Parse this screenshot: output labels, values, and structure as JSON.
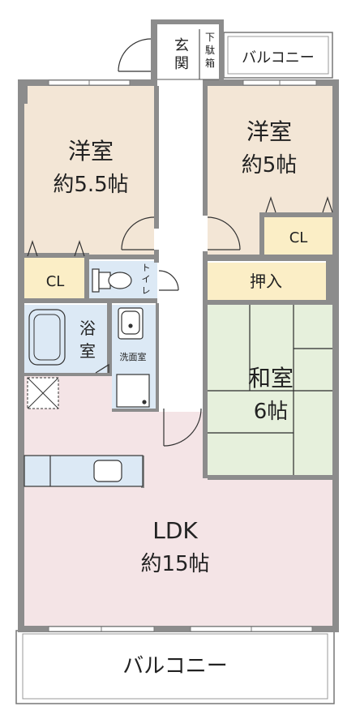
{
  "rooms": {
    "western_left": {
      "name": "洋室",
      "size": "約5.5帖"
    },
    "western_right": {
      "name": "洋室",
      "size": "約5帖"
    },
    "japanese": {
      "name": "和室",
      "size": "6帖"
    },
    "ldk": {
      "name": "LDK",
      "size": "約15帖"
    },
    "closet_left": "CL",
    "closet_right": "CL",
    "oshiire": "押入",
    "bath": [
      "浴",
      "室"
    ],
    "toilet": [
      "ト",
      "イ",
      "レ"
    ],
    "washroom": "洗面室",
    "entrance": [
      "玄",
      "関"
    ],
    "shoe_box": [
      "下",
      "駄",
      "箱"
    ],
    "balcony_top": "バルコニー",
    "balcony_bottom": "バルコニー"
  },
  "colors": {
    "wall": "#8c8c8c",
    "western_floor": "#f3e6d6",
    "closet_floor": "#fbeec6",
    "japanese_floor": "#e6f0dc",
    "ldk_floor": "#f4e4e6",
    "wet_floor": "#dce9f5",
    "hall_floor": "#ffffff"
  }
}
